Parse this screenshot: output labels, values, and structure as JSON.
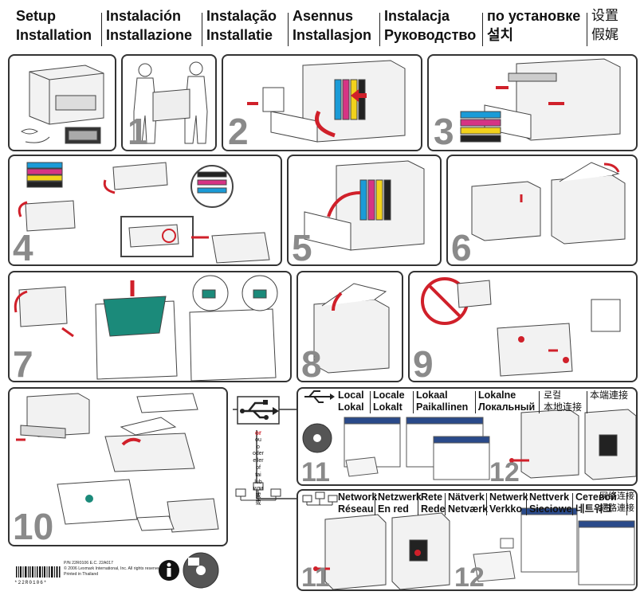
{
  "header": [
    {
      "l1": "Setup",
      "l2": "Installation"
    },
    {
      "l1": "Instalación",
      "l2": "Installazione"
    },
    {
      "l1": "Instalação",
      "l2": "Installatie"
    },
    {
      "l1": "Asennus",
      "l2": "Installasjon"
    },
    {
      "l1": "Instalacja",
      "l2": "Руководство"
    },
    {
      "l1": "по установке",
      "l2": "설치"
    },
    {
      "l1": "设置",
      "l2": "假娓"
    }
  ],
  "steps": [
    "1",
    "2",
    "3",
    "4",
    "5",
    "6",
    "7",
    "8",
    "9",
    "10",
    "11",
    "12",
    "11",
    "12"
  ],
  "local": {
    "c1": [
      "Local",
      "Lokal"
    ],
    "c2": [
      "Locale",
      "Lokalt"
    ],
    "c3": [
      "Lokaal",
      "Paikallinen"
    ],
    "c4": [
      "Lokalne",
      "Локальный"
    ],
    "c5": [
      "로컬",
      "本地连接"
    ],
    "c6": [
      "本端連接"
    ]
  },
  "network": {
    "c1": [
      "Network",
      "Réseau"
    ],
    "c2": [
      "Netzwerk",
      "En red"
    ],
    "c3": [
      "Rete",
      "Rede"
    ],
    "c4": [
      "Nätverk",
      "Netværk"
    ],
    "c5": [
      "Netwerk",
      "Verkko"
    ],
    "c6": [
      "Nettverk",
      "Sieciowe"
    ],
    "c7": [
      "Сетевой",
      "네트워크"
    ],
    "c8": [
      "网络连接",
      "網路連接"
    ]
  },
  "or_words": [
    "or",
    "ou",
    "o",
    "oder",
    "eller",
    "of",
    "tai",
    "lub",
    "или",
    "或",
    "或"
  ],
  "footer": {
    "pn": "P/N  22R0106     E.C.  22A017",
    "copyright": "© 2006 Lexmark International, Inc. All rights reserved.",
    "printed": "Printed in Thailand",
    "barcode_text": "*22R0106*"
  }
}
